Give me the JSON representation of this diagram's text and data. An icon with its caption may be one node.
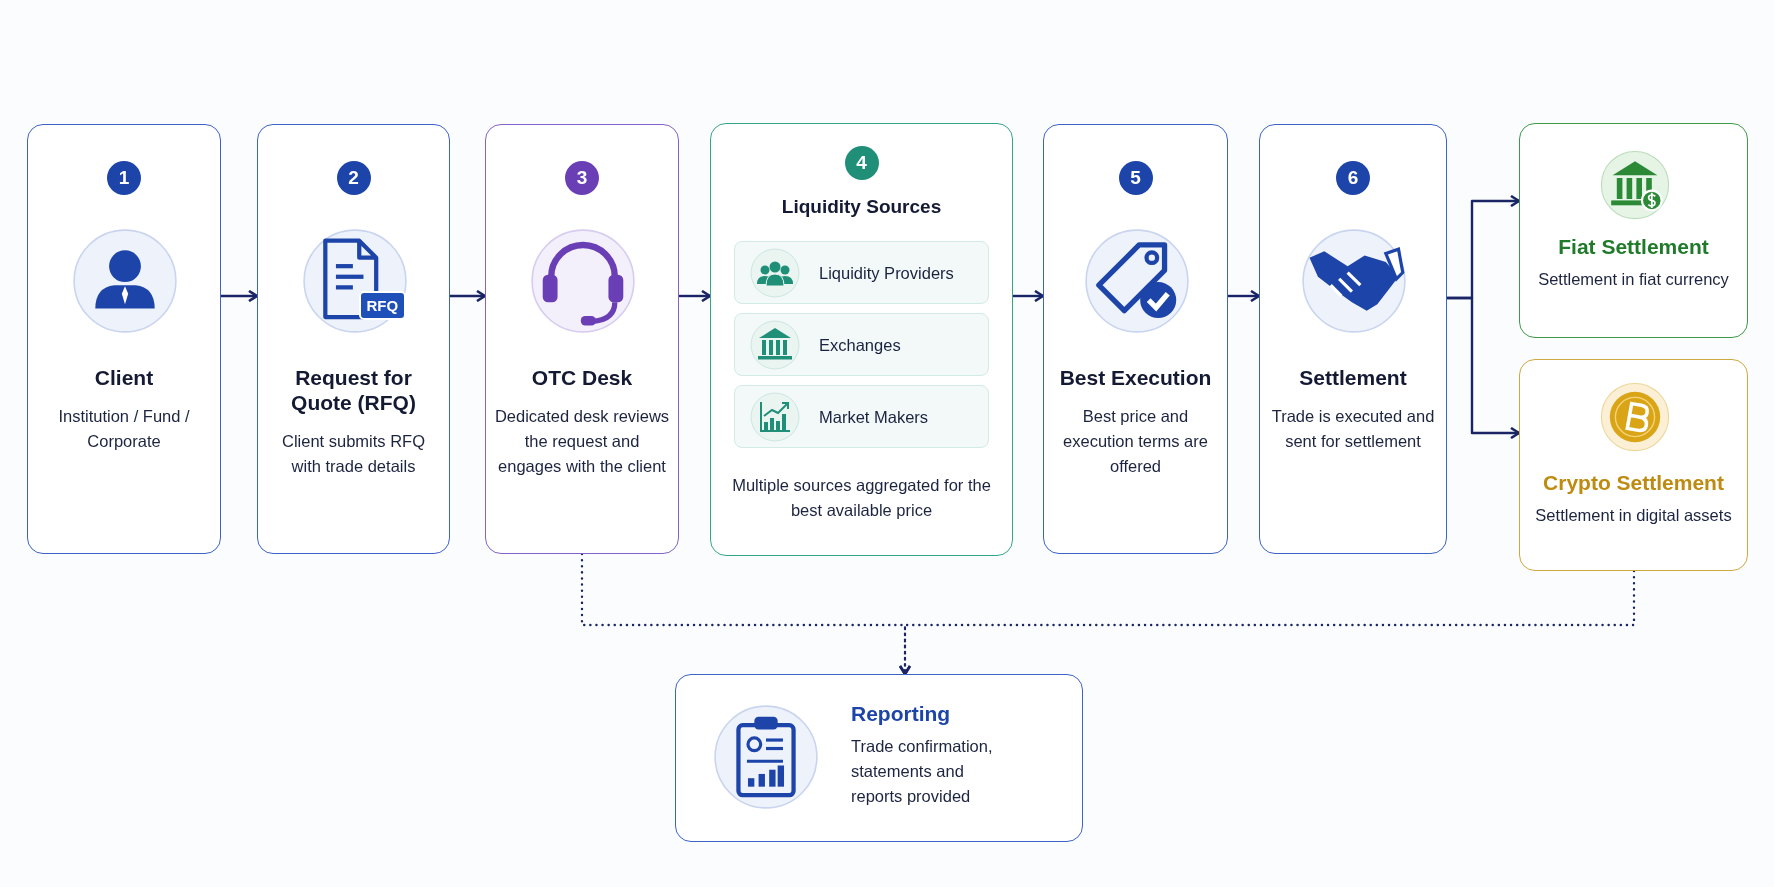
{
  "diagram": {
    "nodes": [
      {
        "text": [
          "1",
          "Client",
          "Institution / Fund / Corporate"
        ]
      },
      {
        "text": [
          "2",
          "Request for Quote (RFQ)",
          "Client submits RFQ with trade details"
        ]
      },
      {
        "text": [
          "3",
          "OTC Desk",
          "Dedicated desk reviews the request and engages with the client"
        ]
      },
      {
        "text": [
          "4",
          "Liquidity Sources",
          "Multiple sources aggregated for the best available price"
        ]
      },
      {
        "text": [
          "Liquidity Providers"
        ],
        "in": 3
      },
      {
        "text": [
          "Exchanges"
        ],
        "in": 3
      },
      {
        "text": [
          "Market Makers"
        ],
        "in": 3
      },
      {
        "text": [
          "5",
          "Best Execution",
          "Best price and execution terms are offered"
        ]
      },
      {
        "text": [
          "6",
          "Settlement",
          "Trade is executed and sent for settlement"
        ]
      },
      {
        "text": [
          "Fiat Settlement",
          "Settlement in fiat currency"
        ]
      },
      {
        "text": [
          "Crypto Settlement",
          "Settlement in digital assets"
        ]
      },
      {
        "text": [
          "Reporting",
          "Trade confirmation, statements and reports provided"
        ]
      }
    ],
    "edges": [
      {
        "from": 0,
        "to": 1,
        "arrow": "to"
      },
      {
        "from": 1,
        "to": 2,
        "arrow": "to"
      },
      {
        "from": 2,
        "to": 3,
        "arrow": "to"
      },
      {
        "from": 3,
        "to": 7,
        "arrow": "to"
      },
      {
        "from": 7,
        "to": 8,
        "arrow": "to"
      },
      {
        "from": 8,
        "to": 9,
        "arrow": "to"
      },
      {
        "from": 8,
        "to": 10,
        "arrow": "to"
      },
      {
        "from": 2,
        "to": 11,
        "arrow": "to",
        "style": "dashed"
      },
      {
        "from": 10,
        "to": 11,
        "arrow": "to",
        "style": "dashed"
      }
    ],
    "labels": [
      "RFQ"
    ]
  }
}
